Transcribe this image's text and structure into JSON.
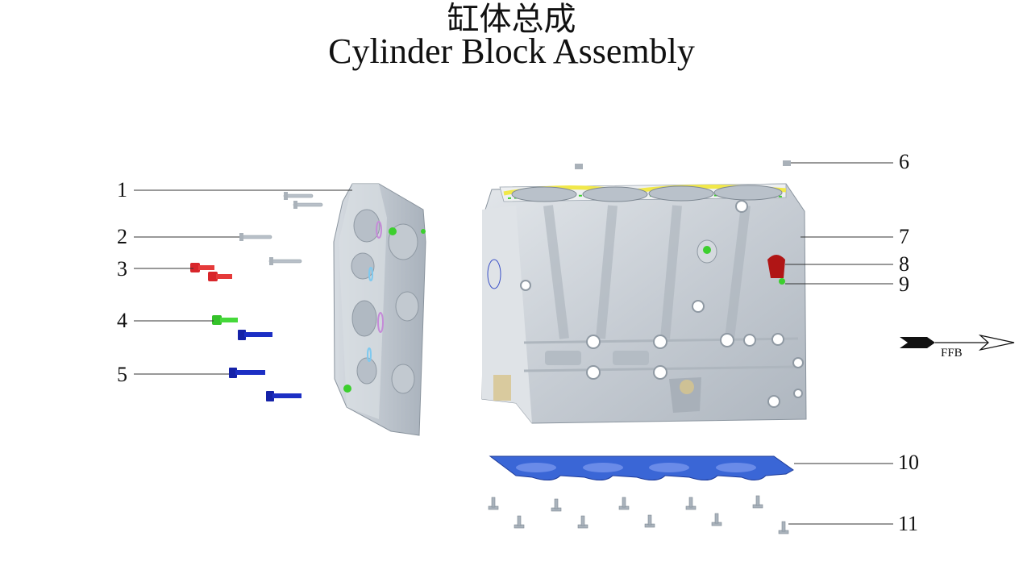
{
  "title": {
    "chinese": "缸体总成",
    "english": "Cylinder Block Assembly"
  },
  "callouts": [
    "1",
    "2",
    "3",
    "4",
    "5",
    "6",
    "7",
    "8",
    "9",
    "10",
    "11"
  ],
  "direction_label": "FFB",
  "colors": {
    "metal": "#c9d0d8",
    "metal_dark": "#9aa4ae",
    "red_part": "#d8262b",
    "green_part": "#3ccf2e",
    "blue_part": "#1c2fc4",
    "gasket_blue": "#3a66d6",
    "oil_seal_red": "#b01515",
    "gasket_yellow": "#f1e84a",
    "leader_line": "#333333"
  }
}
